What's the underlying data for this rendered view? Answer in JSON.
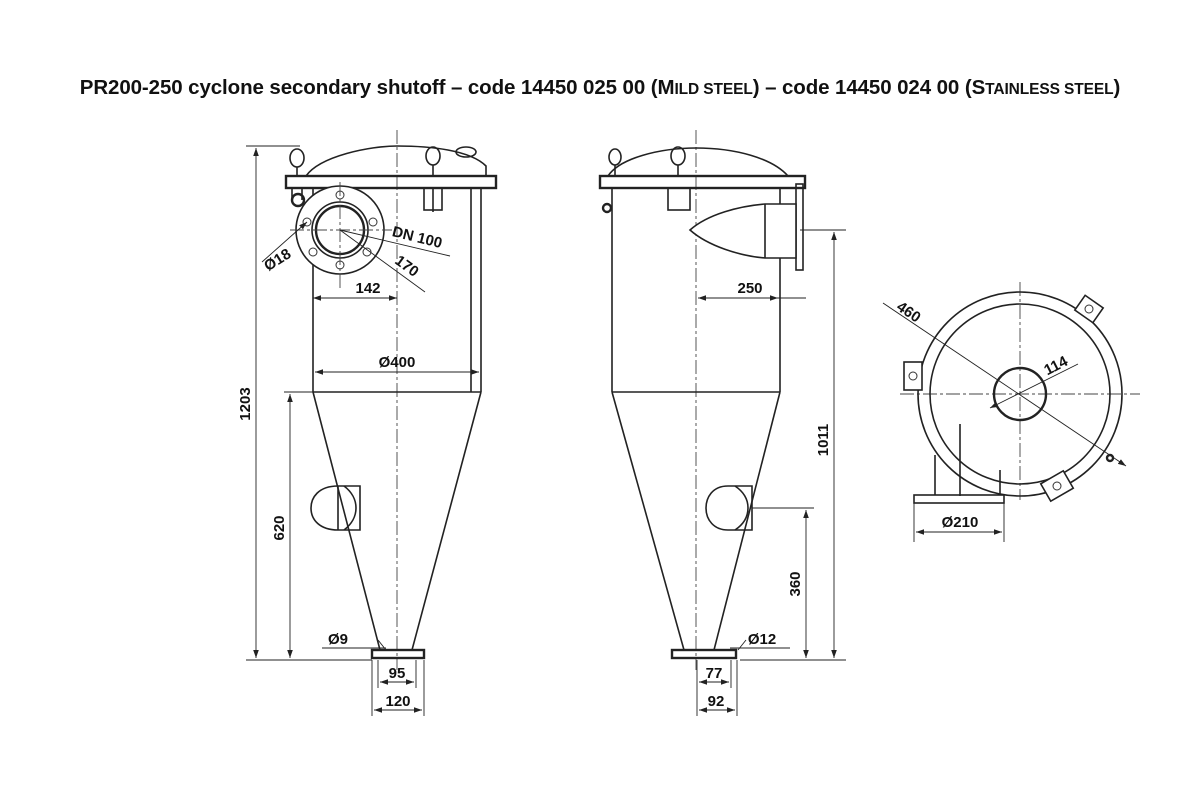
{
  "title": {
    "main": "PR200-250 cyclone secondary shutoff – code 14450 025 00 (",
    "mild_initial": "M",
    "mild_rest": "ILD STEEL",
    "middle": ") – code 14450 024 00 (",
    "stainless_initial": "S",
    "stainless_rest": "TAINLESS STEEL",
    "end": ")"
  },
  "dimensions": {
    "front": {
      "d18": "Ø18",
      "dn100": "DN 100",
      "d170": "170",
      "d142": "142",
      "d400": "Ø400",
      "h1203": "1203",
      "h620": "620",
      "d9": "Ø9",
      "w95": "95",
      "w120": "120"
    },
    "side": {
      "w250": "250",
      "h1011": "1011",
      "h360": "360",
      "d12": "Ø12",
      "w77": "77",
      "w92": "92"
    },
    "top": {
      "d460": "460",
      "d114": "114",
      "d210": "Ø210"
    }
  }
}
